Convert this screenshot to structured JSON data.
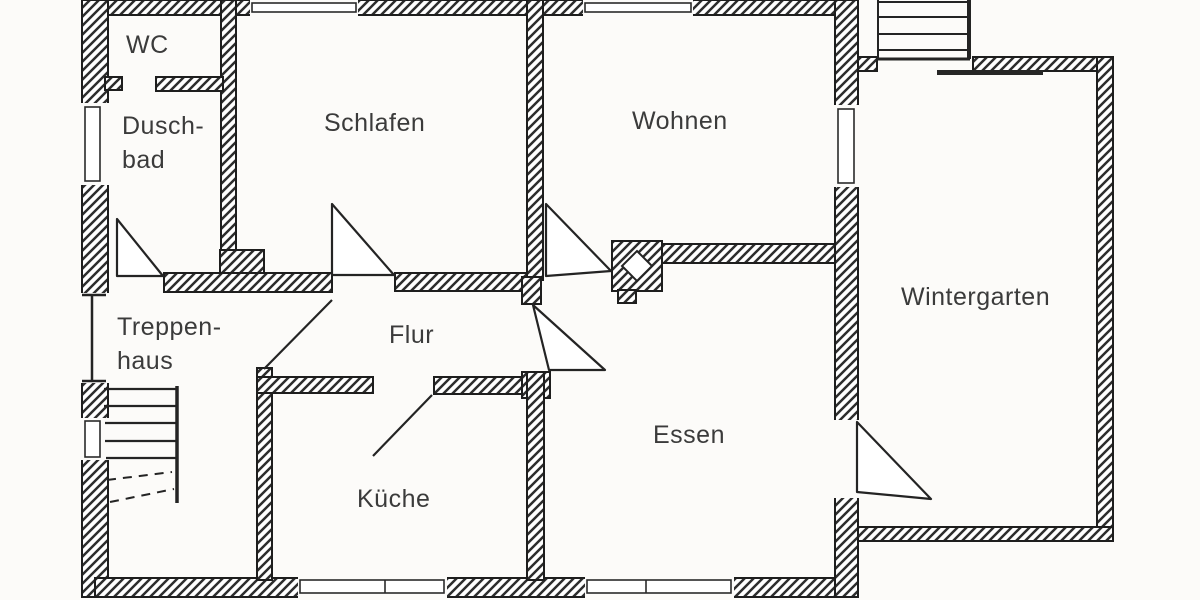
{
  "plan": {
    "type": "floor-plan",
    "language": "de",
    "rooms": {
      "wc": {
        "label": "WC"
      },
      "duschbad": {
        "line1": "Dusch-",
        "line2": "bad"
      },
      "schlafen": {
        "label": "Schlafen"
      },
      "wohnen": {
        "label": "Wohnen"
      },
      "wintergarten": {
        "label": "Wintergarten"
      },
      "treppenhaus": {
        "line1": "Treppen-",
        "line2": "haus"
      },
      "flur": {
        "label": "Flur"
      },
      "kueche": {
        "label": "Küche"
      },
      "essen": {
        "label": "Essen"
      }
    },
    "colors": {
      "ink": "#2d2d2d",
      "outline": "#1e1e1e",
      "paper": "#fcfbf9",
      "label_text": "#3b3b3b"
    },
    "features": {
      "interior_stair_treads": 5,
      "exterior_stair_treads": 4
    }
  }
}
